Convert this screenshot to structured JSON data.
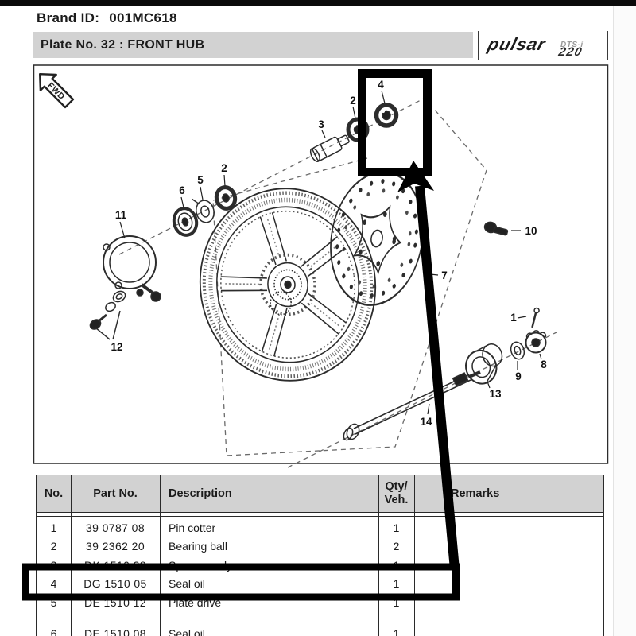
{
  "header": {
    "brand_label": "Brand ID:",
    "brand_value": "001MC618",
    "plate_text": "Plate No. 32  : FRONT HUB"
  },
  "logo": {
    "script": "pulsar",
    "sub": "DTS-i",
    "model": "220"
  },
  "diagram": {
    "fwd_label": "FWD",
    "labels": {
      "p1": "1",
      "p2a": "2",
      "p2b": "2",
      "p3": "3",
      "p4": "4",
      "p5": "5",
      "p6": "6",
      "p7": "7",
      "p8": "8",
      "p9": "9",
      "p10": "10",
      "p11": "11",
      "p12": "12",
      "p13": "13",
      "p14": "14"
    },
    "highlighted_part": "4"
  },
  "table": {
    "headers": {
      "no": "No.",
      "part": "Part  No.",
      "desc": "Description",
      "qty1": "Qty/",
      "qty2": "Veh.",
      "remarks": "Remarks"
    },
    "rows": [
      {
        "no": "1",
        "part_no": "39 0787 08",
        "description": "Pin  cotter",
        "qty": "1",
        "remarks": "",
        "highlighted": false
      },
      {
        "no": "2",
        "part_no": "39 2362 20",
        "description": "Bearing  ball",
        "qty": "2",
        "remarks": "",
        "highlighted": false
      },
      {
        "no": "3",
        "part_no": "DK 1510 28",
        "description": "Spacer  assly",
        "qty": "1",
        "remarks": "",
        "highlighted": false
      },
      {
        "no": "4",
        "part_no": "DG 1510 05",
        "description": "Seal  oil",
        "qty": "1",
        "remarks": "",
        "highlighted": true
      },
      {
        "no": "5",
        "part_no": "DE 1510 12",
        "description": "Plate  drive",
        "qty": "1",
        "remarks": "",
        "highlighted": false
      },
      {
        "no": "6",
        "part_no": "DE 1510 08",
        "description": "Seal  oil",
        "qty": "1",
        "remarks": "",
        "highlighted": false
      }
    ]
  },
  "colors": {
    "annotation": "#000000",
    "bar_gray": "#d2d2d2",
    "line": "#2c2c2c"
  }
}
